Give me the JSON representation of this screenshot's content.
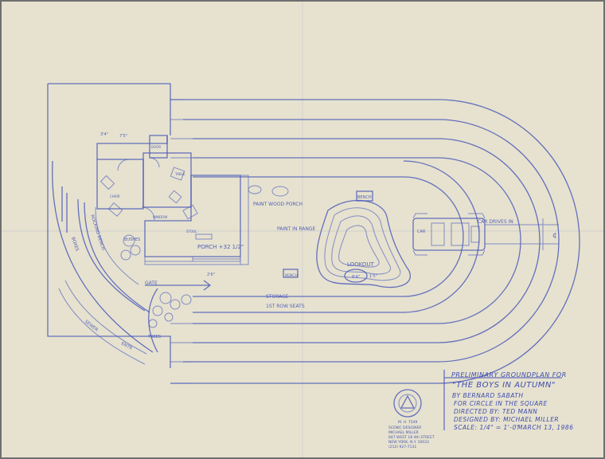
{
  "document": {
    "title_block": {
      "header": "PRELIMINARY GROUNDPLAN FOR",
      "title": "\"THE BOYS IN AUTUMN\"",
      "author": "BY BERNARD SABATH",
      "venue": "FOR CIRCLE IN THE SQUARE",
      "director": "DIRECTED BY: TED MANN",
      "designer": "DESIGNED BY: MICHAEL MILLER",
      "scale": "SCALE: 1/4\" = 1'-0\"",
      "date": "MARCH 13, 1986"
    },
    "stamp": {
      "line1": "M. H. 7549",
      "line2": "SCENIC DESIGNER",
      "line3": "MICHAEL MILLER",
      "line4": "847 WEST 18 4th STREET",
      "line5": "NEW YORK, N.Y. 10033",
      "line6": "(212) 927-7131"
    },
    "plan_labels": {
      "porch": "PORCH +32 1/2\"",
      "paint_wood_porch": "PAINT WOOD PORCH",
      "paint_in_range": "PAINT IN RANGE",
      "bench": "BENCH",
      "lookout": "LOOKOUT",
      "car_drives_in": "CAR DRIVES IN",
      "car": "CAR",
      "gate": "GATE",
      "entr": "ENTR",
      "sewer": "SEWER",
      "boxes": "BOXES",
      "bushes": "BUSHES",
      "trees": "TREES",
      "storage": "STORAGE",
      "row_seats": "1ST ROW SEATS",
      "rocking_bench": "ROCKING BENCH",
      "door": "DOOR",
      "window": "WINDOW",
      "chair": "CHAIR",
      "table": "TABLE",
      "bench_small": "BENCH",
      "stool": "STOOL",
      "dimension_a": "3'4\"",
      "dimension_b": "7'5\"",
      "dimension_c": "2'6\"",
      "dimension_d": "6'4\"",
      "dimension_e": "1'5\"",
      "center_mark": "¢"
    }
  }
}
